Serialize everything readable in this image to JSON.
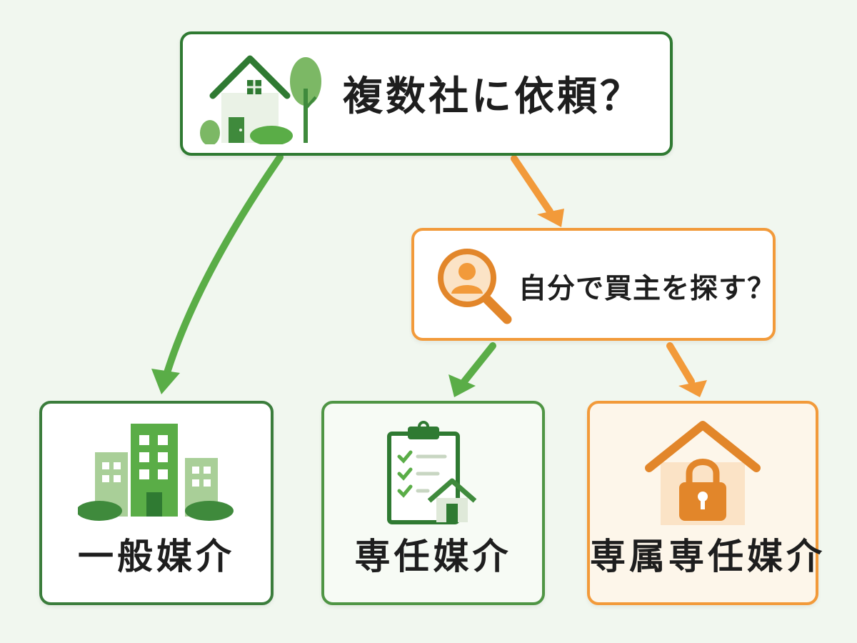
{
  "diagram": {
    "top_question": "複数社に依頼？",
    "mid_question": "自分で買主を探す？",
    "leaves": [
      {
        "label": "一般媒介",
        "icon": "buildings-icon"
      },
      {
        "label": "専任媒介",
        "icon": "clipboard-house-icon"
      },
      {
        "label": "専属専任媒介",
        "icon": "locked-house-icon"
      }
    ]
  },
  "colors": {
    "green_dark": "#2f7a32",
    "green": "#5aad47",
    "green_light": "#8cbf78",
    "orange": "#f29a3a",
    "orange_dark": "#e2862a",
    "background": "#f1f7ef"
  }
}
